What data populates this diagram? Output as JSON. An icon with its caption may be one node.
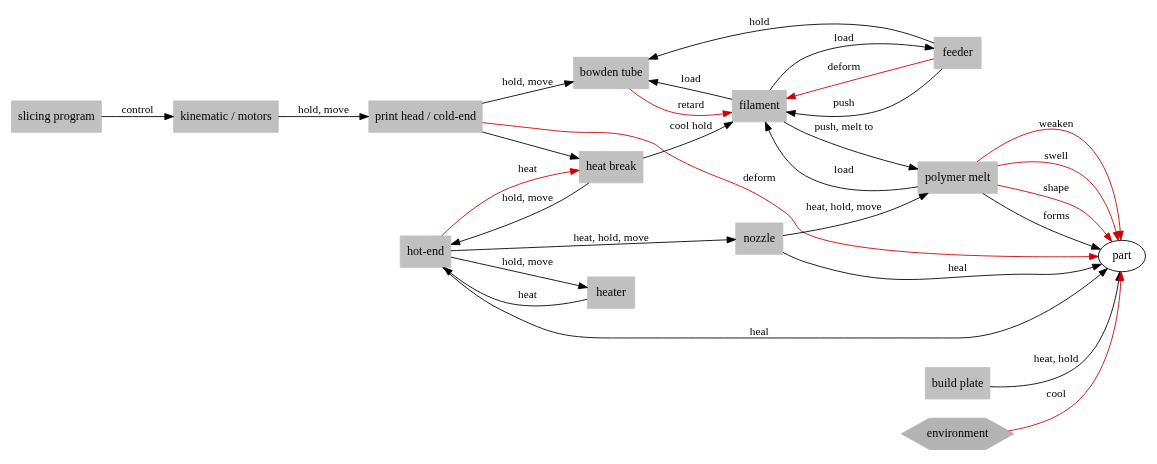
{
  "diagram": {
    "nodes": [
      {
        "text": [
          "bowden tube"
        ]
      },
      {
        "text": [
          "heat break"
        ]
      },
      {
        "text": [
          "hot-end"
        ]
      },
      {
        "text": [
          "print head / cold-end"
        ]
      },
      {
        "text": [
          "kinematic / motors"
        ]
      },
      {
        "text": [
          "heater"
        ]
      },
      {
        "text": [
          "nozzle"
        ]
      },
      {
        "text": [
          "slicing program"
        ]
      },
      {
        "text": [
          "feeder"
        ]
      },
      {
        "text": [
          "filament"
        ]
      },
      {
        "text": [
          "polymer melt"
        ]
      },
      {
        "text": [
          "part"
        ]
      },
      {
        "text": [
          "build plate"
        ]
      },
      {
        "text": [
          "environment"
        ]
      }
    ],
    "edges": [
      {
        "from": 3,
        "to": 0,
        "arrow": "to",
        "label": "hold, move"
      },
      {
        "from": 3,
        "to": 1,
        "arrow": "to"
      },
      {
        "from": 1,
        "to": 2,
        "arrow": "to",
        "label": "hold, move"
      },
      {
        "from": 2,
        "to": 1,
        "arrow": "to",
        "label": "heat",
        "color": "#cc0000"
      },
      {
        "from": 5,
        "to": 2,
        "arrow": "to",
        "label": "heat"
      },
      {
        "from": 2,
        "to": 5,
        "arrow": "to",
        "label": "hold, move"
      },
      {
        "from": 2,
        "to": 6,
        "arrow": "to",
        "label": "heat, hold, move"
      },
      {
        "from": 6,
        "to": 10,
        "arrow": "to",
        "label": "heat, hold, move"
      },
      {
        "from": 2,
        "to": 11,
        "arrow": "to",
        "label": "heal"
      },
      {
        "from": 6,
        "to": 11,
        "arrow": "to",
        "label": "heal"
      },
      {
        "from": 3,
        "to": 11,
        "arrow": "to",
        "label": "deform",
        "color": "#cc0000"
      },
      {
        "from": 4,
        "to": 3,
        "arrow": "to",
        "label": "hold, move"
      },
      {
        "from": 7,
        "to": 4,
        "arrow": "to",
        "label": "control"
      },
      {
        "from": 8,
        "to": 0,
        "arrow": "to",
        "label": "hold"
      },
      {
        "from": 8,
        "to": 9,
        "arrow": "to",
        "label": "deform",
        "color": "#cc0000"
      },
      {
        "from": 8,
        "to": 9,
        "arrow": "to",
        "label": "push"
      },
      {
        "from": 9,
        "to": 8,
        "arrow": "to",
        "label": "load"
      },
      {
        "from": 9,
        "to": 0,
        "arrow": "to",
        "label": "load"
      },
      {
        "from": 0,
        "to": 9,
        "arrow": "to",
        "label": "retard",
        "color": "#cc0000"
      },
      {
        "from": 1,
        "to": 9,
        "arrow": "to",
        "label": "cool hold"
      },
      {
        "from": 9,
        "to": 10,
        "arrow": "to",
        "label": "push, melt to"
      },
      {
        "from": 10,
        "to": 9,
        "arrow": "to",
        "label": "load"
      },
      {
        "from": 10,
        "to": 11,
        "arrow": "to",
        "label": "forms"
      },
      {
        "from": 10,
        "to": 11,
        "arrow": "to",
        "label": "weaken",
        "color": "#cc0000"
      },
      {
        "from": 10,
        "to": 11,
        "arrow": "to",
        "label": "swell",
        "color": "#cc0000"
      },
      {
        "from": 10,
        "to": 11,
        "arrow": "to",
        "label": "shape",
        "color": "#cc0000"
      },
      {
        "from": 12,
        "to": 11,
        "arrow": "to",
        "label": "heat, hold"
      },
      {
        "from": 13,
        "to": 11,
        "arrow": "to",
        "label": "cool",
        "color": "#cc0000"
      }
    ]
  }
}
